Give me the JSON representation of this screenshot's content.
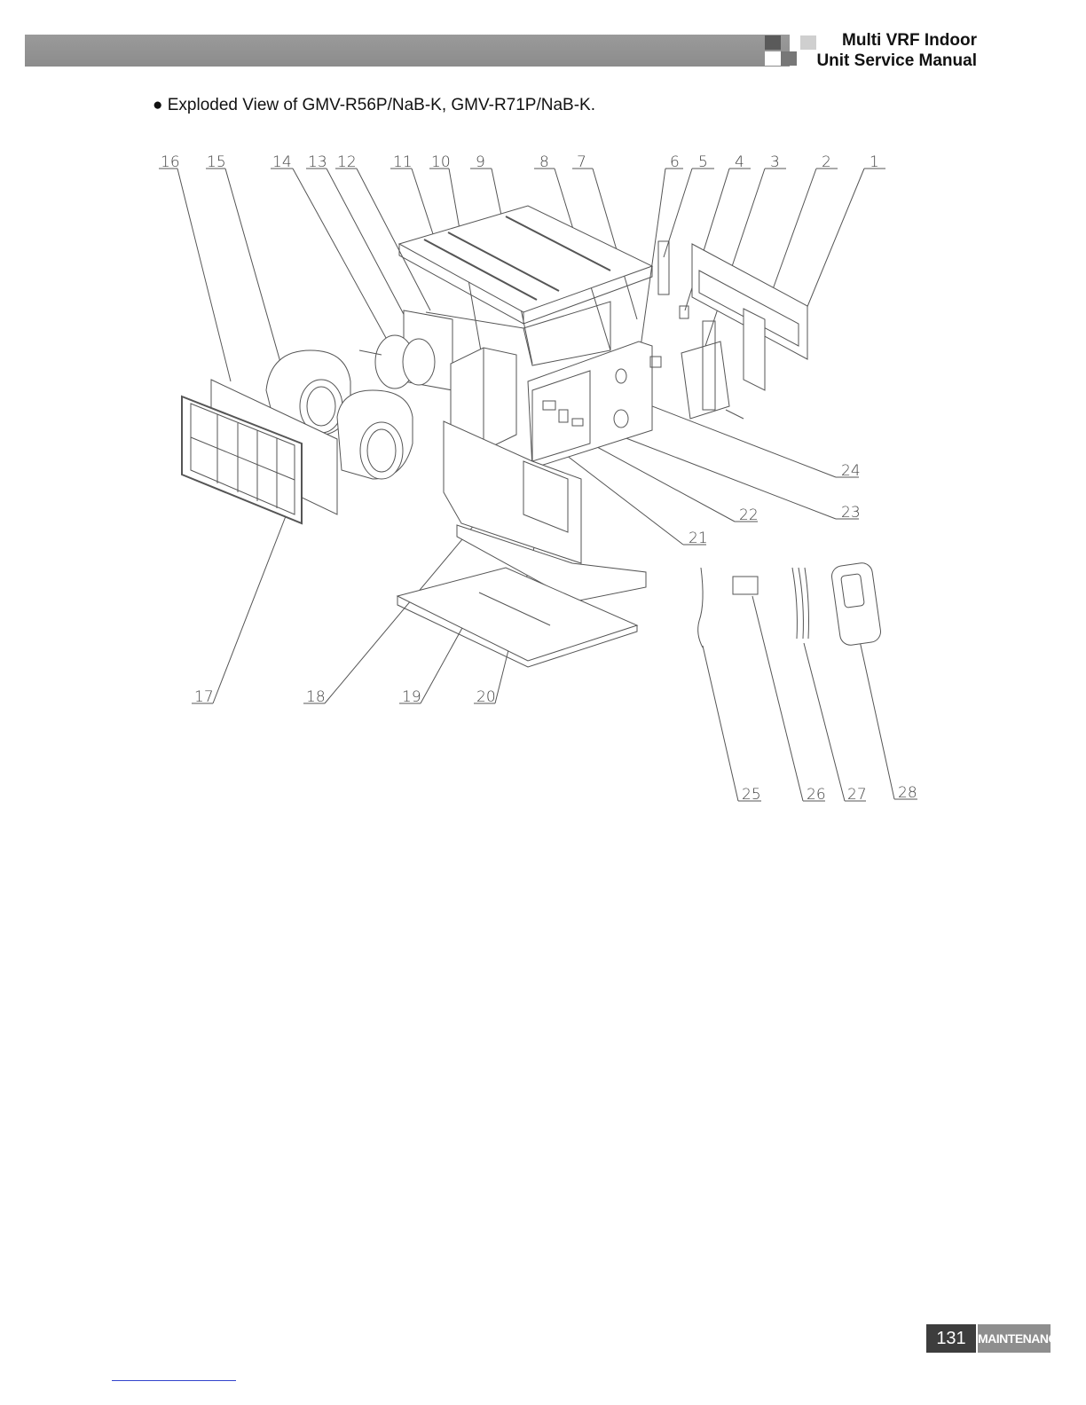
{
  "header": {
    "title_line1": "Multi VRF Indoor",
    "title_line2": "Unit Service Manual"
  },
  "section_title": "● Exploded View of GMV-R56P/NaB-K, GMV-R71P/NaB-K.",
  "callouts": [
    "16",
    "15",
    "14",
    "13",
    "12",
    "11",
    "10",
    "9",
    "8",
    "7",
    "6",
    "5",
    "4",
    "3",
    "2",
    "1",
    "24",
    "22",
    "23",
    "21",
    "17",
    "18",
    "19",
    "20",
    "25",
    "26",
    "27",
    "28"
  ],
  "footer": {
    "page_number": "131",
    "section_label": "MAINTENANCE"
  }
}
